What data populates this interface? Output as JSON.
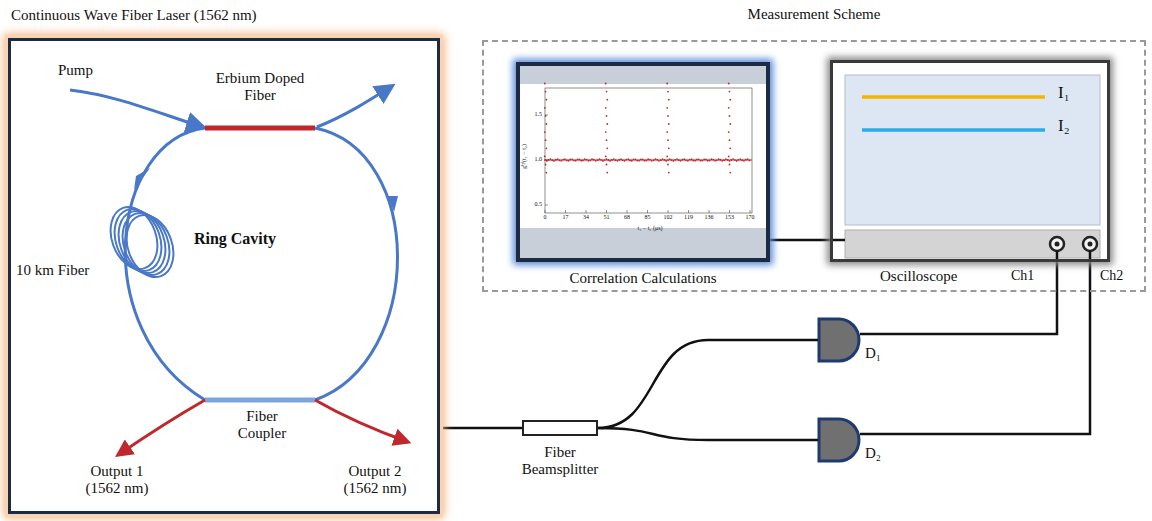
{
  "diagram": {
    "nodes": [
      {
        "text": [
          "Continuous Wave Fiber Laser (1562 nm)"
        ]
      },
      {
        "text": [
          "Measurement Scheme"
        ]
      },
      {
        "text": [
          "Correlation Calculations"
        ],
        "in": 1
      },
      {
        "text": [
          "Oscilloscope",
          "I₁",
          "I₂",
          "Ch1",
          "Ch2"
        ],
        "in": 1
      },
      {
        "text": [
          "D₁"
        ]
      },
      {
        "text": [
          "D₂"
        ]
      },
      {
        "text": [
          "Fiber Beamsplitter"
        ]
      }
    ],
    "edges": [
      {
        "from": 0,
        "to": 6,
        "arrow": "none"
      },
      {
        "from": 6,
        "to": 4,
        "arrow": "none"
      },
      {
        "from": 6,
        "to": 5,
        "arrow": "none"
      },
      {
        "from": 4,
        "to": 3,
        "arrow": "none"
      },
      {
        "from": 5,
        "to": 3,
        "arrow": "none"
      },
      {
        "from": 2,
        "to": 3,
        "arrow": "none"
      }
    ],
    "labels": [
      "Pump",
      "Erbium Doped Fiber",
      "Ring Cavity",
      "10 km Fiber",
      "Fiber Coupler",
      "Output 1 (1562 nm)",
      "Output 2 (1562 nm)",
      "g⁽²⁾(t₁ − t₂)",
      "t₁ − t₂ (μs)",
      "0",
      "17",
      "34",
      "51",
      "68",
      "85",
      "102",
      "119",
      "136",
      "153",
      "170",
      "0.5",
      "1.0",
      "1.5"
    ]
  }
}
